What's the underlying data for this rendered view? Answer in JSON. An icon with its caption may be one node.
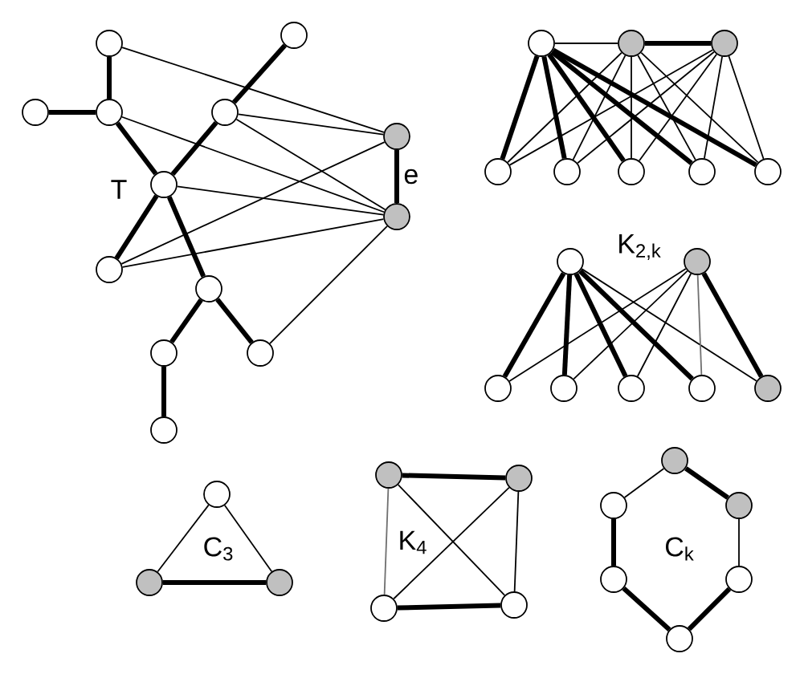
{
  "diagram": {
    "nodes": [
      {
        "text": [],
        "shape": "circle"
      },
      {
        "text": [],
        "shape": "circle"
      },
      {
        "text": [],
        "shape": "circle"
      },
      {
        "text": [],
        "shape": "circle"
      },
      {
        "text": [],
        "shape": "circle"
      },
      {
        "text": [],
        "shape": "circle"
      },
      {
        "text": [],
        "shape": "circle"
      },
      {
        "text": [],
        "shape": "circle"
      },
      {
        "text": [],
        "shape": "circle"
      },
      {
        "text": [],
        "shape": "circle"
      },
      {
        "text": [],
        "shape": "circle"
      },
      {
        "text": [],
        "shape": "circle"
      },
      {
        "text": [],
        "shape": "circle"
      },
      {
        "text": [],
        "shape": "circle"
      },
      {
        "text": [],
        "shape": "circle"
      },
      {
        "text": [],
        "shape": "circle"
      },
      {
        "text": [],
        "shape": "circle"
      },
      {
        "text": [],
        "shape": "circle"
      },
      {
        "text": [],
        "shape": "circle"
      },
      {
        "text": [],
        "shape": "circle"
      },
      {
        "text": [],
        "shape": "circle"
      },
      {
        "text": [],
        "shape": "circle"
      },
      {
        "text": [],
        "shape": "circle"
      },
      {
        "text": [],
        "shape": "circle"
      },
      {
        "text": [],
        "shape": "circle"
      },
      {
        "text": [],
        "shape": "circle"
      },
      {
        "text": [],
        "shape": "circle"
      },
      {
        "text": [],
        "shape": "circle"
      },
      {
        "text": [],
        "shape": "circle"
      },
      {
        "text": [],
        "shape": "circle"
      },
      {
        "text": [],
        "shape": "circle"
      },
      {
        "text": [],
        "shape": "circle"
      },
      {
        "text": [],
        "shape": "circle"
      },
      {
        "text": [],
        "shape": "circle"
      },
      {
        "text": [],
        "shape": "circle"
      },
      {
        "text": [],
        "shape": "circle"
      },
      {
        "text": [],
        "shape": "circle"
      },
      {
        "text": [],
        "shape": "circle"
      },
      {
        "text": [],
        "shape": "circle"
      },
      {
        "text": [],
        "shape": "circle"
      },
      {
        "text": [],
        "shape": "circle"
      }
    ],
    "edges": [
      {
        "from": 0,
        "to": 3,
        "arrow": "none",
        "style": "thick"
      },
      {
        "from": 2,
        "to": 3,
        "arrow": "none",
        "style": "thick"
      },
      {
        "from": 3,
        "to": 6,
        "arrow": "none",
        "style": "thick"
      },
      {
        "from": 1,
        "to": 4,
        "arrow": "none",
        "style": "thick"
      },
      {
        "from": 4,
        "to": 6,
        "arrow": "none",
        "style": "thick"
      },
      {
        "from": 6,
        "to": 8,
        "arrow": "none",
        "style": "thick"
      },
      {
        "from": 6,
        "to": 9,
        "arrow": "none",
        "style": "thick"
      },
      {
        "from": 9,
        "to": 10,
        "arrow": "none",
        "style": "thick"
      },
      {
        "from": 10,
        "to": 12,
        "arrow": "none",
        "style": "thick"
      },
      {
        "from": 9,
        "to": 11,
        "arrow": "none",
        "style": "thick"
      },
      {
        "from": 5,
        "to": 7,
        "arrow": "none",
        "style": "thick",
        "label": "e"
      },
      {
        "from": 0,
        "to": 5,
        "arrow": "none"
      },
      {
        "from": 3,
        "to": 7,
        "arrow": "none"
      },
      {
        "from": 4,
        "to": 5,
        "arrow": "none"
      },
      {
        "from": 4,
        "to": 7,
        "arrow": "none"
      },
      {
        "from": 6,
        "to": 7,
        "arrow": "none"
      },
      {
        "from": 8,
        "to": 5,
        "arrow": "none"
      },
      {
        "from": 8,
        "to": 7,
        "arrow": "none"
      },
      {
        "from": 11,
        "to": 7,
        "arrow": "none"
      },
      {
        "from": 13,
        "to": 14,
        "arrow": "none"
      },
      {
        "from": 14,
        "to": 15,
        "arrow": "none",
        "style": "thick"
      },
      {
        "from": 13,
        "to": 16,
        "arrow": "none",
        "style": "thick"
      },
      {
        "from": 13,
        "to": 17,
        "arrow": "none",
        "style": "thick"
      },
      {
        "from": 13,
        "to": 18,
        "arrow": "none",
        "style": "thick"
      },
      {
        "from": 13,
        "to": 19,
        "arrow": "none",
        "style": "thick"
      },
      {
        "from": 13,
        "to": 20,
        "arrow": "none",
        "style": "thick"
      },
      {
        "from": 14,
        "to": 16,
        "arrow": "none"
      },
      {
        "from": 14,
        "to": 17,
        "arrow": "none"
      },
      {
        "from": 14,
        "to": 18,
        "arrow": "none"
      },
      {
        "from": 14,
        "to": 19,
        "arrow": "none"
      },
      {
        "from": 14,
        "to": 20,
        "arrow": "none"
      },
      {
        "from": 15,
        "to": 16,
        "arrow": "none"
      },
      {
        "from": 15,
        "to": 17,
        "arrow": "none"
      },
      {
        "from": 15,
        "to": 18,
        "arrow": "none"
      },
      {
        "from": 15,
        "to": 19,
        "arrow": "none"
      },
      {
        "from": 15,
        "to": 20,
        "arrow": "none"
      },
      {
        "from": 21,
        "to": 23,
        "arrow": "none",
        "style": "thick"
      },
      {
        "from": 21,
        "to": 24,
        "arrow": "none",
        "style": "thick"
      },
      {
        "from": 21,
        "to": 25,
        "arrow": "none",
        "style": "thick"
      },
      {
        "from": 21,
        "to": 26,
        "arrow": "none",
        "style": "thick"
      },
      {
        "from": 21,
        "to": 27,
        "arrow": "none"
      },
      {
        "from": 22,
        "to": 23,
        "arrow": "none"
      },
      {
        "from": 22,
        "to": 24,
        "arrow": "none"
      },
      {
        "from": 22,
        "to": 25,
        "arrow": "none"
      },
      {
        "from": 22,
        "to": 26,
        "arrow": "none",
        "color": "#707070"
      },
      {
        "from": 22,
        "to": 27,
        "arrow": "none",
        "style": "thick"
      },
      {
        "from": 28,
        "to": 29,
        "arrow": "none"
      },
      {
        "from": 28,
        "to": 30,
        "arrow": "none"
      },
      {
        "from": 29,
        "to": 30,
        "arrow": "none",
        "style": "thick"
      },
      {
        "from": 31,
        "to": 32,
        "arrow": "none",
        "style": "thick"
      },
      {
        "from": 33,
        "to": 34,
        "arrow": "none",
        "style": "thick"
      },
      {
        "from": 31,
        "to": 33,
        "arrow": "none",
        "color": "#707070"
      },
      {
        "from": 32,
        "to": 34,
        "arrow": "none"
      },
      {
        "from": 31,
        "to": 34,
        "arrow": "none"
      },
      {
        "from": 32,
        "to": 33,
        "arrow": "none"
      },
      {
        "from": 35,
        "to": 37,
        "arrow": "none",
        "style": "thick"
      },
      {
        "from": 37,
        "to": 39,
        "arrow": "none"
      },
      {
        "from": 39,
        "to": 40,
        "arrow": "none",
        "style": "thick"
      },
      {
        "from": 40,
        "to": 38,
        "arrow": "none",
        "style": "thick"
      },
      {
        "from": 38,
        "to": 36,
        "arrow": "none",
        "style": "thick"
      },
      {
        "from": 36,
        "to": 35,
        "arrow": "none"
      }
    ],
    "labels": [
      "T",
      "K$_{2,k}$",
      "C$_{3}$",
      "K$_{4}$",
      "C$_{k}$"
    ]
  }
}
